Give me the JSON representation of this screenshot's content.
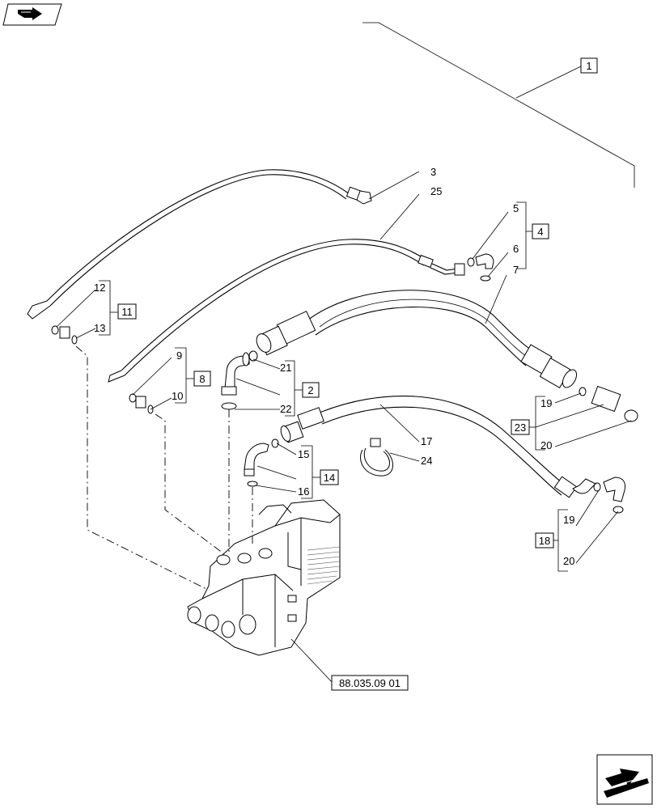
{
  "callouts": {
    "c1": "1",
    "c2": "2",
    "c3": "3",
    "c4": "4",
    "c5": "5",
    "c6": "6",
    "c7": "7",
    "c8": "8",
    "c9": "9",
    "c10": "10",
    "c11": "11",
    "c12": "12",
    "c13": "13",
    "c14": "14",
    "c15": "15",
    "c16": "16",
    "c17": "17",
    "c18": "18",
    "c19a": "19",
    "c19b": "19",
    "c20a": "20",
    "c20b": "20",
    "c21": "21",
    "c22": "22",
    "c23": "23",
    "c24": "24",
    "c25": "25"
  },
  "reference": "88.035.09 01",
  "icons": {
    "top_left": "back-arrow-icon",
    "bottom_right": "next-page-arrow-icon"
  }
}
